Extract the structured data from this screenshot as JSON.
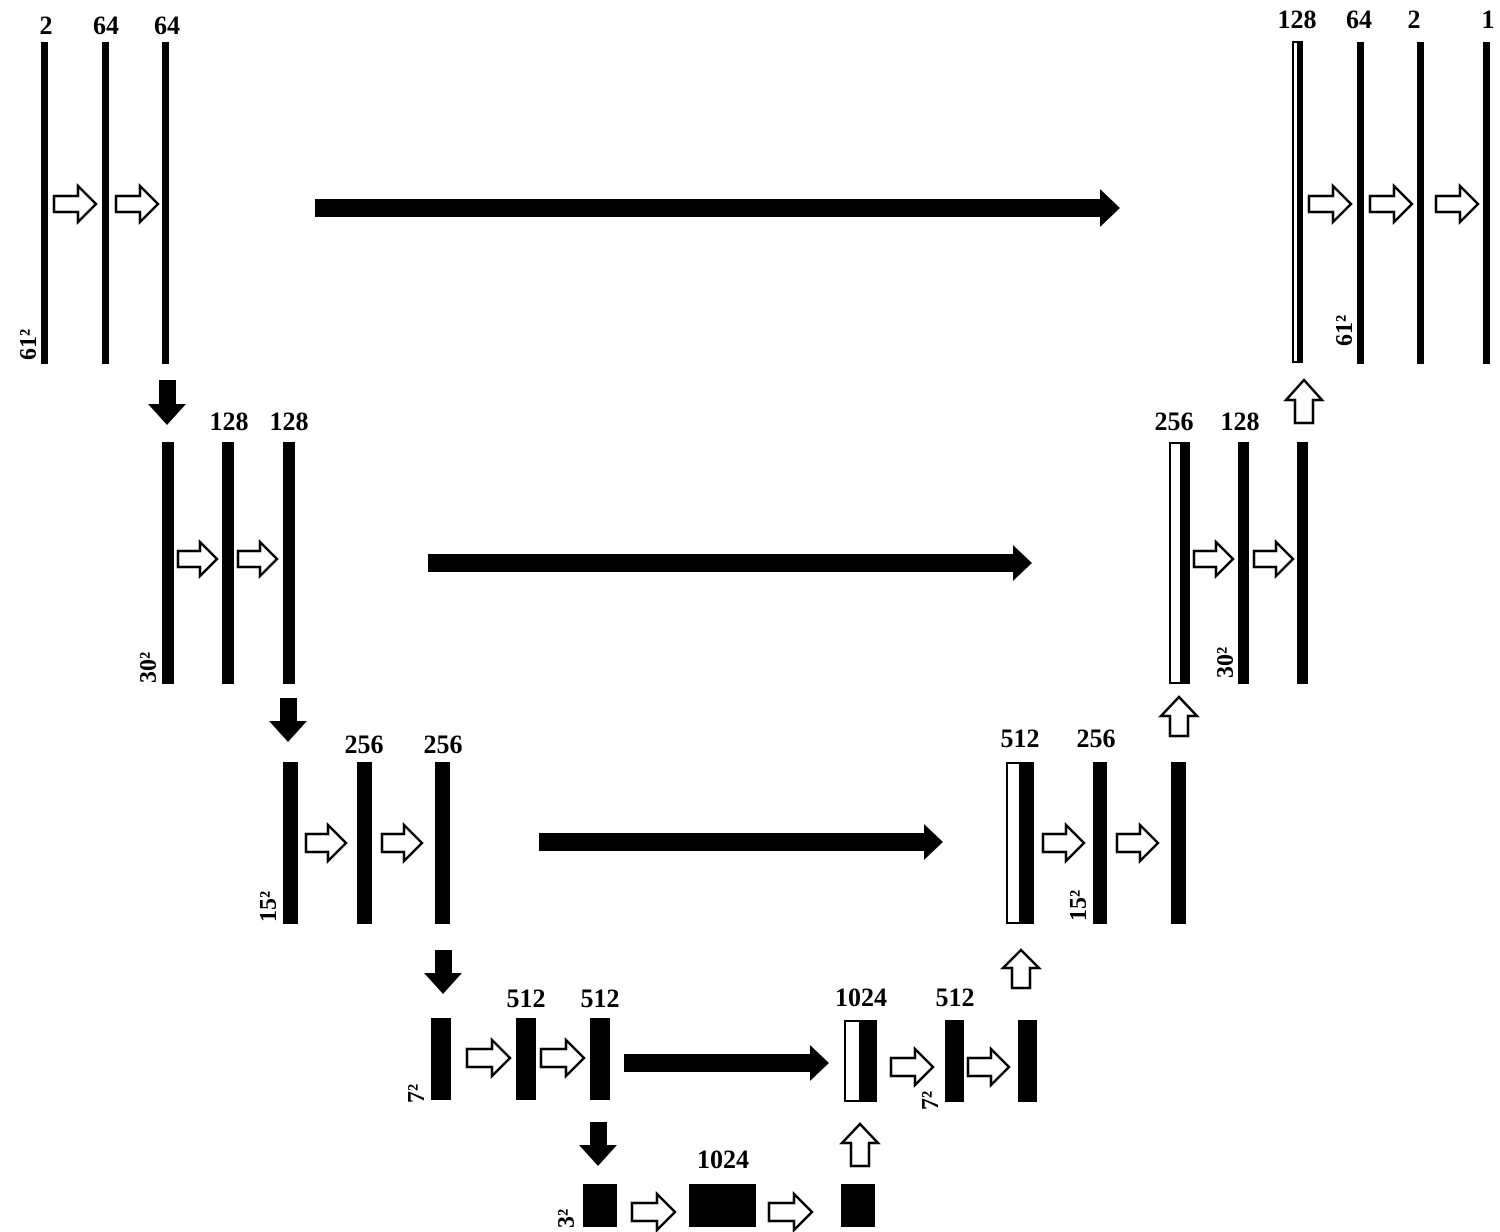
{
  "blocks": [
    {
      "label": "2"
    },
    {
      "label": "64"
    },
    {
      "label": "64"
    },
    {
      "label": "128"
    },
    {
      "label": "128"
    },
    {
      "label": "256"
    },
    {
      "label": "256"
    },
    {
      "label": "512"
    },
    {
      "label": "512"
    },
    {
      "label": "1024"
    },
    {
      "label": "1024"
    },
    {
      "label": "512"
    },
    {
      "label": "512"
    },
    {
      "label": "256"
    },
    {
      "label": "256"
    },
    {
      "label": "128"
    },
    {
      "label": "128"
    },
    {
      "label": "64"
    },
    {
      "label": "2"
    },
    {
      "label": "1"
    }
  ],
  "sizes": [
    "61²",
    "30²",
    "15²",
    "7²",
    "3²",
    "7²",
    "15²",
    "30²",
    "61²"
  ]
}
